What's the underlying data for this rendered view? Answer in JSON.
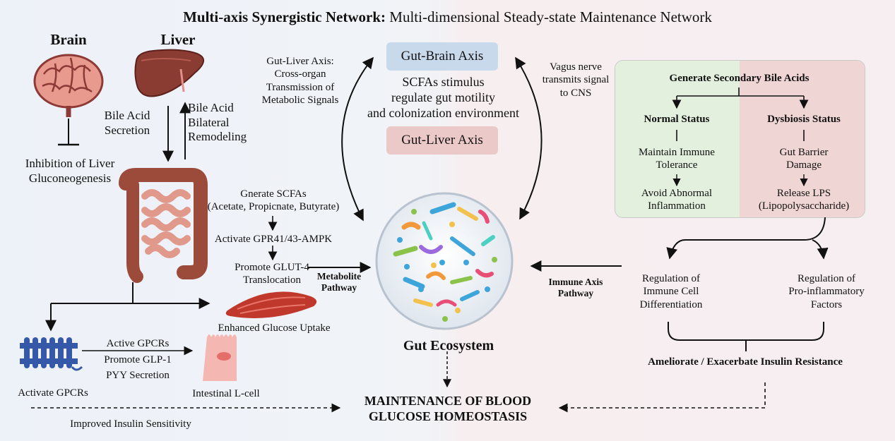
{
  "title": {
    "bold": "Multi-axis Synergistic Network:",
    "rest": " Multi-dimensional Steady-state Maintenance Network"
  },
  "organs": {
    "brain": "Brain",
    "liver": "Liver"
  },
  "left": {
    "bile_secretion": [
      "Bile Acid",
      "Secretion"
    ],
    "bile_remodeling": [
      "Bile Acid",
      "Bilateral",
      "Remodeling"
    ],
    "inhibition": [
      "Inhibition of Liver",
      "Gluconeogenesis"
    ],
    "gut_liver_axis_note": [
      "Gut-Liver Axis:",
      "Cross-organ",
      "Transmission of",
      "Metabolic Signals"
    ],
    "scfa": [
      "Gnerate SCFAs",
      "(Acetate, Propicnate, Butyrate)"
    ],
    "gpr": "Activate GPR41/43-AMPK",
    "glut": [
      "Promote GLUT-4",
      "Translocation"
    ],
    "metabolite_pathway": [
      "Metabolite",
      "Pathway"
    ],
    "glucose_uptake": "Enhanced Glucose Uptake",
    "gpcr_steps": [
      "Active GPCRs",
      "Promote GLP-1",
      "PYY Secretion"
    ],
    "activate_gpcrs": "Activate GPCRs",
    "l_cell": "Intestinal L-cell",
    "insulin_sensitivity": "Improved Insulin Sensitivity"
  },
  "center": {
    "gut_brain_axis": "Gut-Brain Axis",
    "scfa_note": [
      "SCFAs stimulus",
      "regulate gut motility",
      "and colonization environment"
    ],
    "gut_liver_axis": "Gut-Liver Axis",
    "gut_ecosystem": "Gut Ecosystem",
    "maintenance": [
      "MAINTENANCE OF BLOOD",
      "GLUCOSE HOMEOSTASIS"
    ]
  },
  "right": {
    "vagus": [
      "Vagus nerve",
      "transmits signal",
      "to CNS"
    ],
    "bile_box_title": "Generate Secondary Bile Acids",
    "normal_status": "Normal Status",
    "normal_1": [
      "Maintain Immune",
      "Tolerance"
    ],
    "normal_2": [
      "Avoid Abnormal",
      "Inflammation"
    ],
    "dysbiosis_status": "Dysbiosis Status",
    "dys_1": [
      "Gut Barrier",
      "Damage"
    ],
    "dys_2": [
      "Release LPS",
      "(Lipopolysaccharide)"
    ],
    "immune_axis": [
      "Immune Axis",
      "Pathway"
    ],
    "reg_immune": [
      "Regulation of",
      "Immune Cell",
      "Differentiation"
    ],
    "reg_inflam": [
      "Regulation of",
      "Pro-inflammatory",
      "Factors"
    ],
    "ameliorate": "Ameliorate / Exacerbate Insulin Resistance"
  },
  "colors": {
    "gut_brain_box": "#c9d9ec",
    "gut_liver_box": "#ecc9c9",
    "normal_bg": "#e3f0de",
    "dysbiosis_bg": "#efd5d3"
  }
}
